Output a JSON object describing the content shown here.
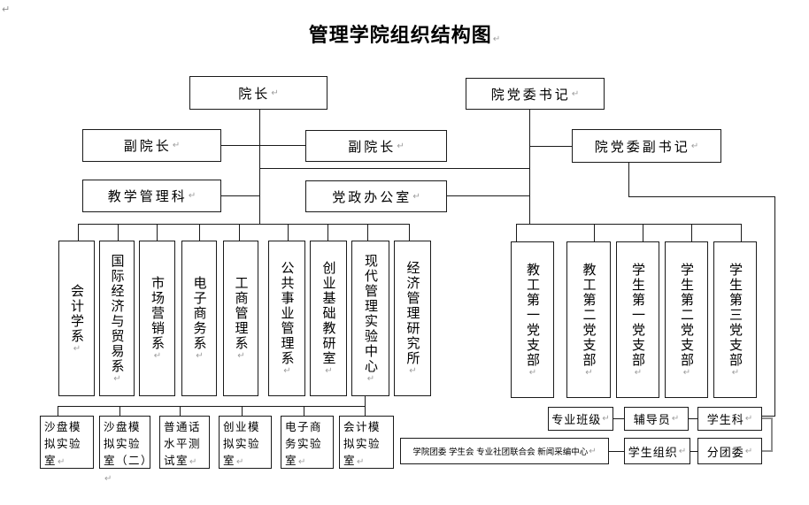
{
  "page": {
    "title": "管理学院组织结构图",
    "paragraph_mark": "↵"
  },
  "top": {
    "dean": "院长",
    "party_secretary": "院党委书记",
    "vice_dean_left": "副院长",
    "vice_dean_right": "副院长",
    "deputy_party_secretary": "院党委副书记",
    "teaching_admin_section": "教学管理科",
    "party_admin_office": "党政办公室"
  },
  "departments": [
    "会计学系",
    "国际经济与贸易系",
    "市场营销系",
    "电子商务系",
    "工商管理系",
    "公共事业管理系",
    "创业基础教研室",
    "现代管理实验中心",
    "经济管理研究所"
  ],
  "party_branches": [
    "教工第一党支部",
    "教工第二党支部",
    "学生第一党支部",
    "学生第二党支部",
    "学生第三党支部"
  ],
  "labs": [
    "沙盘模拟实验室",
    "沙盘模拟实验室（二）",
    "普通话水平测试室",
    "创业模拟实验室",
    "电子商务实验室",
    "会计模拟实验室"
  ],
  "student_affairs": {
    "professional_classes": "专业班级",
    "counselor": "辅导员",
    "student_section": "学生科",
    "student_org_detail": "学院团委 学生会 专业社团联合会 新闻采编中心",
    "student_organizations": "学生组织",
    "youth_league_branch": "分团委"
  }
}
